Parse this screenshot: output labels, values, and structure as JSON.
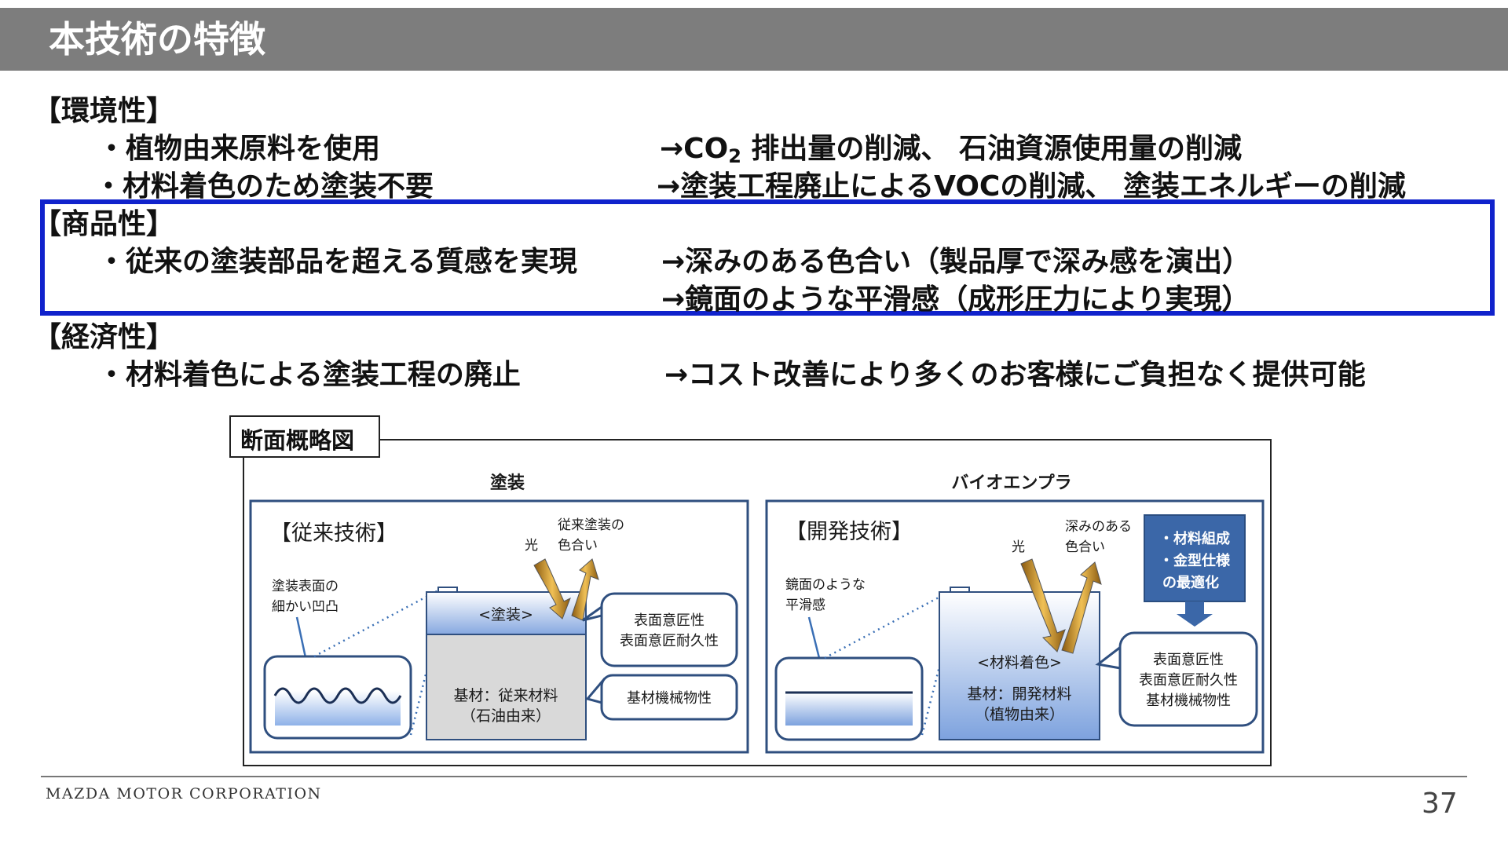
{
  "slide": {
    "title": "本技術の特徴",
    "page_number": "37",
    "company": "MAZDA MOTOR CORPORATION"
  },
  "environment": {
    "heading": "【環境性】",
    "item1": "・植物由来原料を使用",
    "result1_prefix": "→CO",
    "result1_sub": "2",
    "result1_suffix": " 排出量の削減、 石油資源使用量の削減",
    "item2": "・材料着色のため塗装不要",
    "result2": "→塗装工程廃止によるVOCの削減、 塗装エネルギーの削減"
  },
  "product": {
    "heading": "【商品性】",
    "item1": "・従来の塗装部品を超える質感を実現",
    "result1": "→深みのある色合い（製品厚で深み感を演出）",
    "result2": "→鏡面のような平滑感（成形圧力により実現）"
  },
  "economy": {
    "heading": "【経済性】",
    "item1": "・材料着色による塗装工程の廃止",
    "result1": "→コスト改善により多くのお客様にご負担なく提供可能"
  },
  "diagram": {
    "label": "断面概略図",
    "left": {
      "column_title": "塗装",
      "box_title": "【従来技術】",
      "surface_note_1": "塗装表面の",
      "surface_note_2": "細かい凹凸",
      "light": "光",
      "reflect_1": "従来塗装の",
      "reflect_2": "色合い",
      "coat_label": "<塗装>",
      "base_1": "基材：従来材料",
      "base_2": "（石油由来）",
      "callout1_1": "表面意匠性",
      "callout1_2": "表面意匠耐久性",
      "callout2": "基材機械物性"
    },
    "right": {
      "column_title": "バイオエンプラ",
      "box_title": "【開発技術】",
      "surface_note_1": "鏡面のような",
      "surface_note_2": "平滑感",
      "light": "光",
      "reflect_1": "深みのある",
      "reflect_2": "色合い",
      "opt_1": "・材料組成",
      "opt_2": "・金型仕様",
      "opt_3": "の最適化",
      "color_label": "<材料着色>",
      "base_1": "基材：開発材料",
      "base_2": "（植物由来）",
      "callout_1": "表面意匠性",
      "callout_2": "表面意匠耐久性",
      "callout_3": "基材機械物性"
    }
  },
  "colors": {
    "header_bg": "#7d7d7d",
    "highlight_border": "#1022cc",
    "diagram_stroke": "#2f4f7f",
    "arrow_fill": "#d8a23a",
    "opt_box": "#3b67a8"
  }
}
